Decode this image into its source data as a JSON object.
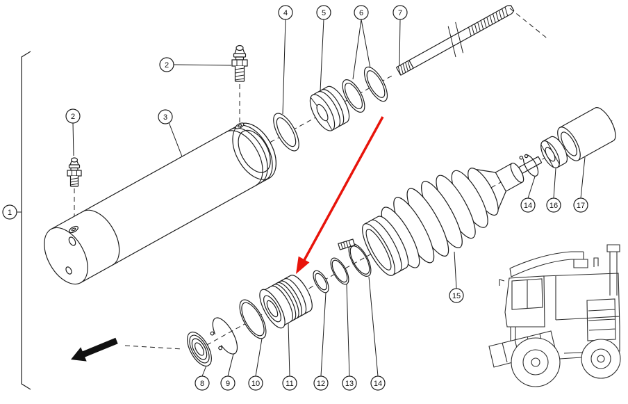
{
  "figure": {
    "type": "exploded-parts-diagram",
    "background_color": "#ffffff",
    "line_color": "#1c1c1c",
    "highlight_color": "#c6d549",
    "highlight_stroke": "#8f9e2e",
    "pointer_arrow_color": "#e8140b",
    "direction_arrow_color": "#111111"
  },
  "callouts": [
    {
      "label": "1",
      "highlighted": false
    },
    {
      "label": "2",
      "highlighted": false
    },
    {
      "label": "2",
      "highlighted": false
    },
    {
      "label": "3",
      "highlighted": false
    },
    {
      "label": "4",
      "highlighted": false
    },
    {
      "label": "5",
      "highlighted": false
    },
    {
      "label": "6",
      "highlighted": false
    },
    {
      "label": "7",
      "highlighted": false
    },
    {
      "label": "8",
      "highlighted": false
    },
    {
      "label": "9",
      "highlighted": false
    },
    {
      "label": "10",
      "highlighted": false
    },
    {
      "label": "11",
      "highlighted": true
    },
    {
      "label": "12",
      "highlighted": false
    },
    {
      "label": "13",
      "highlighted": false
    },
    {
      "label": "14",
      "highlighted": false
    },
    {
      "label": "15",
      "highlighted": false
    },
    {
      "label": "14",
      "highlighted": false
    },
    {
      "label": "16",
      "highlighted": false
    },
    {
      "label": "17",
      "highlighted": false
    }
  ]
}
